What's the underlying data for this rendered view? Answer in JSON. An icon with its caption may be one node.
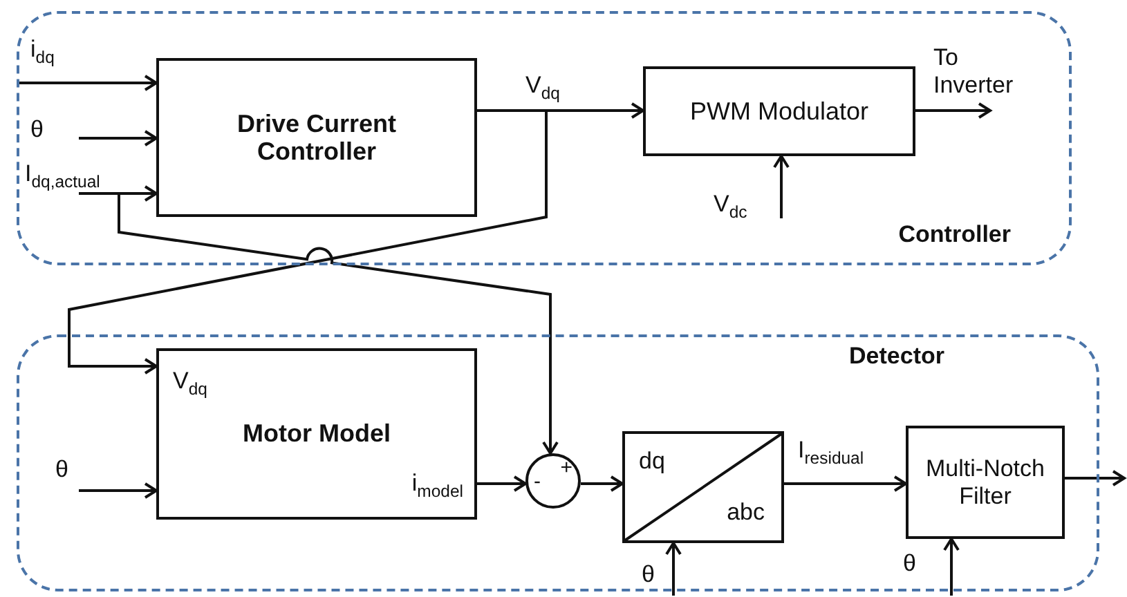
{
  "diagram": {
    "nodes": [
      {
        "text": [
          "Controller"
        ]
      },
      {
        "text": [
          "Drive Current Controller"
        ],
        "in": 0
      },
      {
        "text": [
          "PWM Modulator"
        ],
        "in": 0
      },
      {
        "text": [
          "Detector"
        ]
      },
      {
        "text": [
          "V$_{dq}$",
          "Motor Model",
          "i$_{model}$"
        ],
        "in": 3
      },
      {
        "text": [
          "+",
          "-"
        ],
        "in": 3
      },
      {
        "text": [
          "dq",
          "abc"
        ],
        "in": 3
      },
      {
        "text": [
          "Multi-Notch Filter"
        ],
        "in": 3
      }
    ],
    "edges": [
      {
        "from": null,
        "to": 1,
        "arrow": "to",
        "label": "i$_{dq}$"
      },
      {
        "from": null,
        "to": 1,
        "arrow": "to",
        "label": "θ"
      },
      {
        "from": null,
        "to": 1,
        "arrow": "to",
        "label": "I$_{dq,actual}$"
      },
      {
        "from": 1,
        "to": 2,
        "arrow": "to",
        "label": "V$_{dq}$"
      },
      {
        "from": 2,
        "to": null,
        "arrow": "to",
        "label": "To Inverter"
      },
      {
        "from": null,
        "to": 2,
        "arrow": "to",
        "label": "V$_{dc}$"
      },
      {
        "from": 1,
        "to": 4,
        "arrow": "to"
      },
      {
        "from": null,
        "to": 5,
        "arrow": "to"
      },
      {
        "from": null,
        "to": 4,
        "arrow": "to",
        "label": "θ"
      },
      {
        "from": 4,
        "to": 5,
        "arrow": "to"
      },
      {
        "from": 5,
        "to": 6,
        "arrow": "to"
      },
      {
        "from": 6,
        "to": 7,
        "arrow": "to",
        "label": "I$_{residual}$"
      },
      {
        "from": 7,
        "to": null,
        "arrow": "to"
      },
      {
        "from": null,
        "to": 6,
        "arrow": "to",
        "label": "θ"
      },
      {
        "from": null,
        "to": 7,
        "arrow": "to",
        "label": "θ"
      }
    ]
  }
}
